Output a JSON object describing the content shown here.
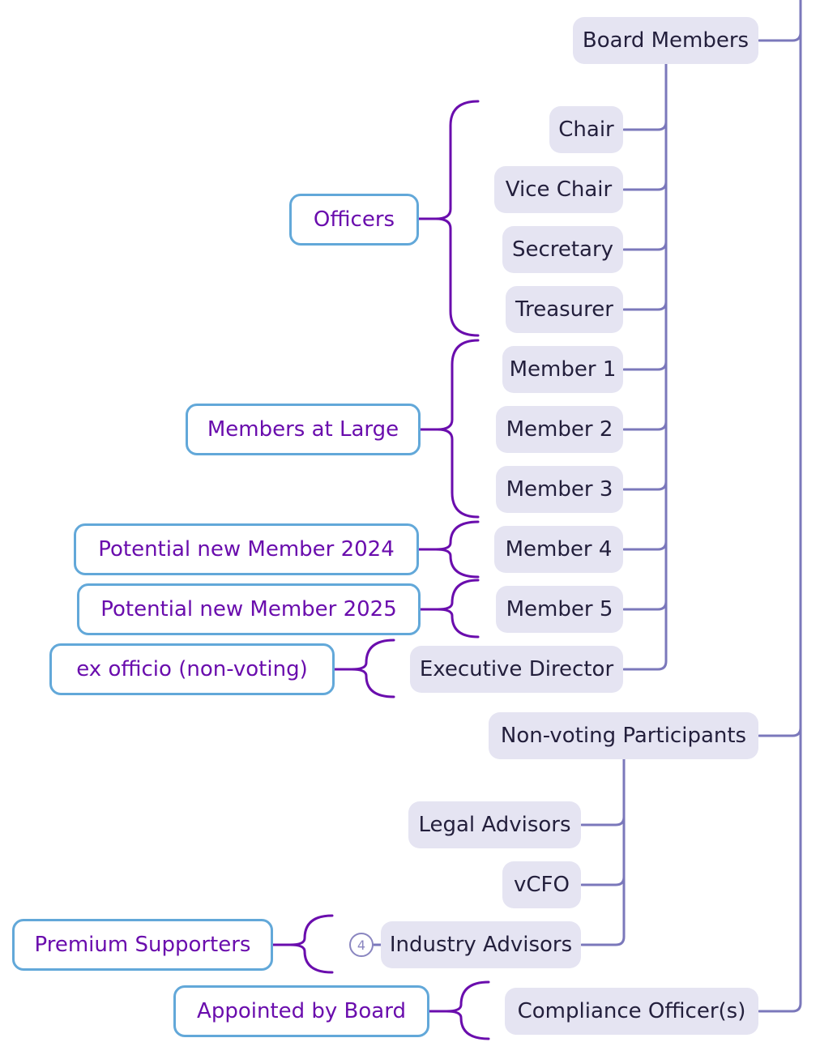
{
  "colors": {
    "tree_line": "#7b78bb",
    "brace": "#6a0dad",
    "topic_fill": "#e5e4f2",
    "topic_text": "#231f3c",
    "label_border": "#62a8d9",
    "label_text": "#6a0dad"
  },
  "topics": {
    "board_members": "Board Members",
    "chair": "Chair",
    "vice_chair": "Vice Chair",
    "secretary": "Secretary",
    "treasurer": "Treasurer",
    "member_1": "Member 1",
    "member_2": "Member 2",
    "member_3": "Member 3",
    "member_4": "Member 4",
    "member_5": "Member 5",
    "executive_director": "Executive Director",
    "non_voting_participants": "Non-voting Participants",
    "legal_advisors": "Legal Advisors",
    "vcfo": "vCFO",
    "industry_advisors": "Industry Advisors",
    "compliance_officers": "Compliance Officer(s)"
  },
  "industry_advisors_count": "4",
  "summaries": {
    "officers": "Officers",
    "members_at_large": "Members at Large",
    "potential_2024": "Potential new Member 2024",
    "potential_2025": "Potential new Member 2025",
    "ex_officio": "ex officio (non-voting)",
    "premium_supporters": "Premium Supporters",
    "appointed_by_board": "Appointed by Board"
  }
}
